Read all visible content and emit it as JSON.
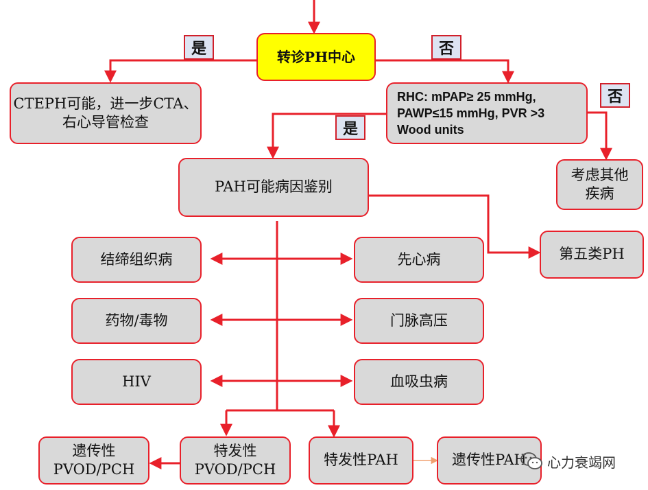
{
  "nodes": {
    "center": "转诊PH中心",
    "cteph": [
      "CTEPH可能，进一步CTA、",
      "右心导管检查"
    ],
    "rhc": [
      "RHC:   mPAP≥ 25 mmHg,",
      "PAWP≤15 mmHg, PVR >3",
      "Wood units"
    ],
    "other_disease": [
      "考虑其他",
      "疾病"
    ],
    "pah_dx": "PAH可能病因鉴别",
    "group5": "第五类PH",
    "ctd": "结缔组织病",
    "chd": "先心病",
    "drugs": "药物/毒物",
    "portal": "门脉高压",
    "hiv": "HIV",
    "schisto": "血吸虫病",
    "hered_pvod": [
      "遗传性",
      "PVOD/PCH"
    ],
    "idio_pvod": [
      "特发性",
      "PVOD/PCH"
    ],
    "idio_pah": "特发性PAH",
    "hered_pah": "遗传性PAH"
  },
  "tags": {
    "yes_left": "是",
    "no_right": "否",
    "no_rhc": "否",
    "yes_rhc": "是"
  },
  "watermark": {
    "text": "心力衰竭网",
    "icon": "wechat-icon"
  },
  "colors": {
    "arrow": "#e8202a",
    "box_fill": "#d9d9d9",
    "center_fill": "#ffff00",
    "tag_fill": "#dde4f2",
    "thin_arrow": "#f0a070"
  }
}
